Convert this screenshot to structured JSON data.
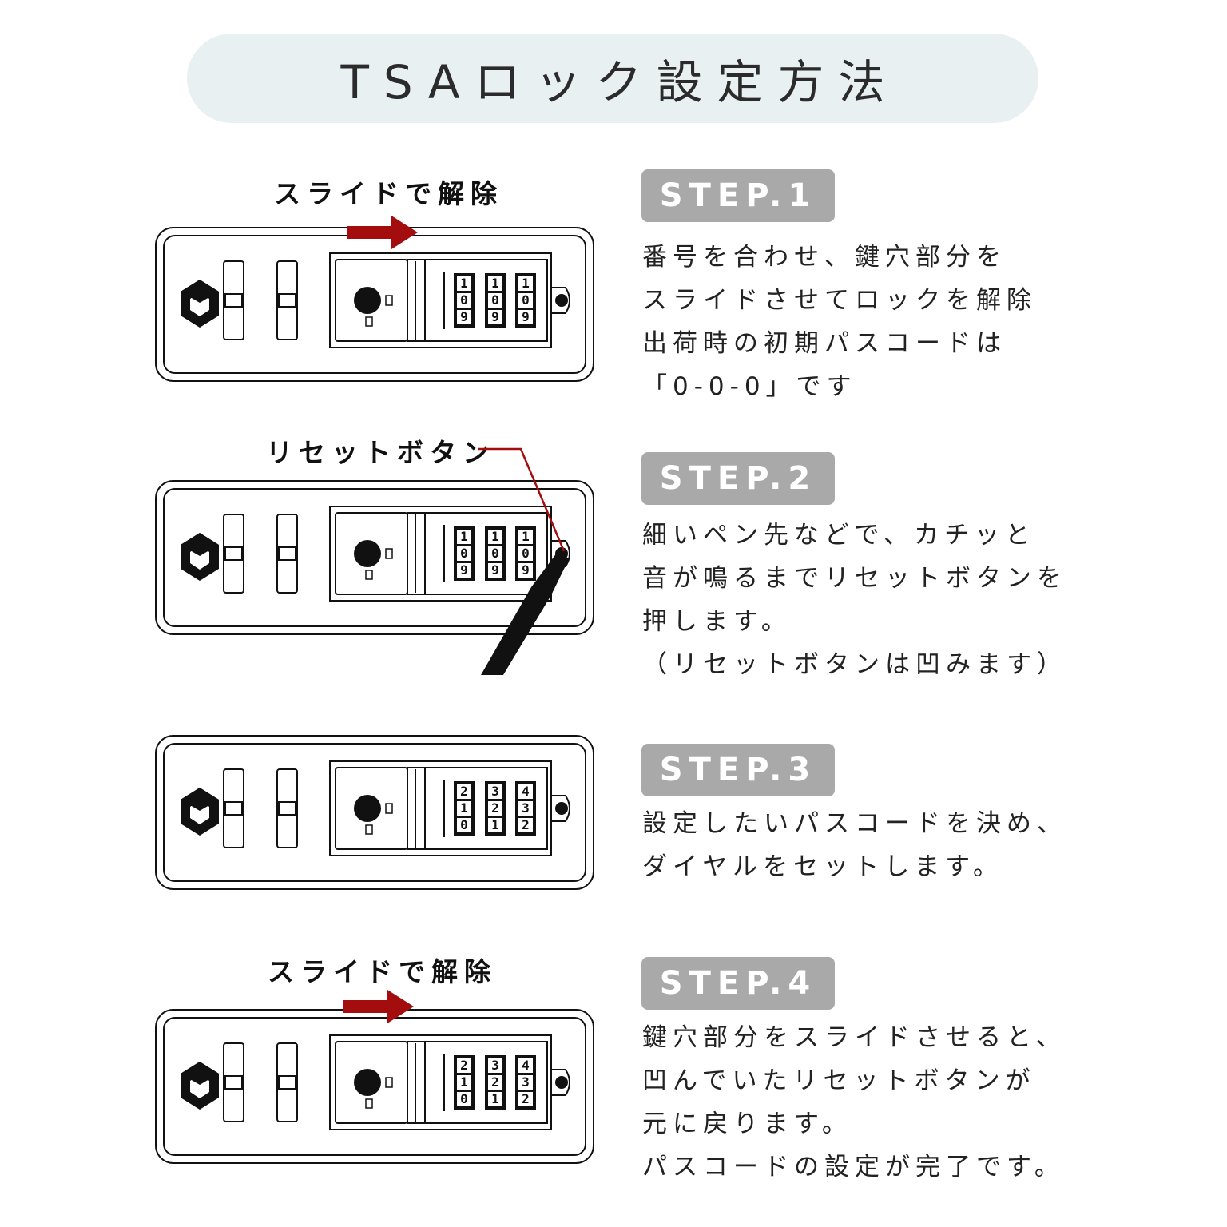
{
  "title": "TSAロック設定方法",
  "captions": {
    "slide_release_1": "スライドで解除",
    "reset_button": "リセットボタン",
    "slide_release_2": "スライドで解除"
  },
  "steps": [
    {
      "label": "STEP.1",
      "lines": [
        "番号を合わせ、鍵穴部分を",
        "スライドさせてロックを解除",
        "出荷時の初期パスコードは",
        "「0-0-0」です"
      ]
    },
    {
      "label": "STEP.2",
      "lines": [
        "細いペン先などで、カチッと",
        "音が鳴るまでリセットボタンを",
        "押します。",
        "（リセットボタンは凹みます）"
      ]
    },
    {
      "label": "STEP.3",
      "lines": [
        "設定したいパスコードを決め、",
        "ダイヤルをセットします。"
      ]
    },
    {
      "label": "STEP.4",
      "lines": [
        "鍵穴部分をスライドさせると、",
        "凹んでいたリセットボタンが",
        "元に戻ります。",
        "パスコードの設定が完了です。"
      ]
    }
  ],
  "dials": {
    "lock1": [
      [
        "1",
        "0",
        "9"
      ],
      [
        "1",
        "0",
        "9"
      ],
      [
        "1",
        "0",
        "9"
      ]
    ],
    "lock2": [
      [
        "1",
        "0",
        "9"
      ],
      [
        "1",
        "0",
        "9"
      ],
      [
        "1",
        "0",
        "9"
      ]
    ],
    "lock3": [
      [
        "2",
        "1",
        "0"
      ],
      [
        "3",
        "2",
        "1"
      ],
      [
        "4",
        "3",
        "2"
      ]
    ],
    "lock4": [
      [
        "2",
        "1",
        "0"
      ],
      [
        "3",
        "2",
        "1"
      ],
      [
        "4",
        "3",
        "2"
      ]
    ]
  },
  "colors": {
    "arrow": "#a30d0d",
    "badge": "#a9a9a9",
    "title_bg": "#e9f0f1"
  }
}
